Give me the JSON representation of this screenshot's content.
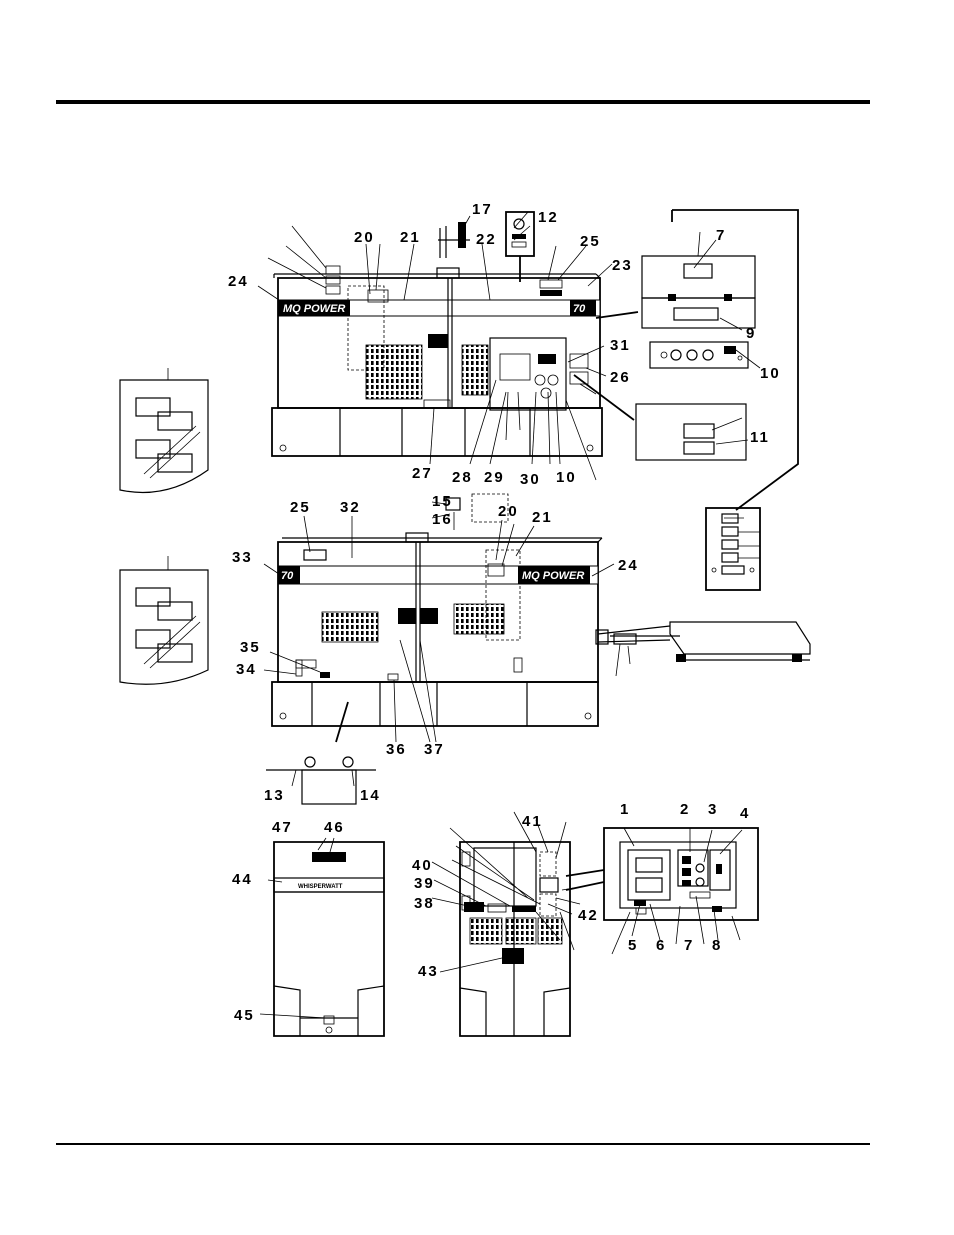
{
  "brand_decal": "MQ POWER",
  "model_decal": "70",
  "front_decal": "WHISPERWATT",
  "callouts": {
    "c1": "1",
    "c2": "2",
    "c3": "3",
    "c4": "4",
    "c5": "5",
    "c6": "6",
    "c7a": "7",
    "c7b": "7",
    "c8": "8",
    "c9": "9",
    "c10a": "10",
    "c10b": "10",
    "c11": "11",
    "c12": "12",
    "c13": "13",
    "c14": "14",
    "c15": "15",
    "c16": "16",
    "c17": "17",
    "c20a": "20",
    "c20b": "20",
    "c21a": "21",
    "c21b": "21",
    "c22": "22",
    "c23": "23",
    "c24a": "24",
    "c24b": "24",
    "c25a": "25",
    "c25b": "25",
    "c26": "26",
    "c27": "27",
    "c28": "28",
    "c29": "29",
    "c30": "30",
    "c31": "31",
    "c32": "32",
    "c33": "33",
    "c34": "34",
    "c35": "35",
    "c36": "36",
    "c37": "37",
    "c38": "38",
    "c39": "39",
    "c40": "40",
    "c41": "41",
    "c42": "42",
    "c43": "43",
    "c44": "44",
    "c45": "45",
    "c46": "46",
    "c47": "47"
  }
}
